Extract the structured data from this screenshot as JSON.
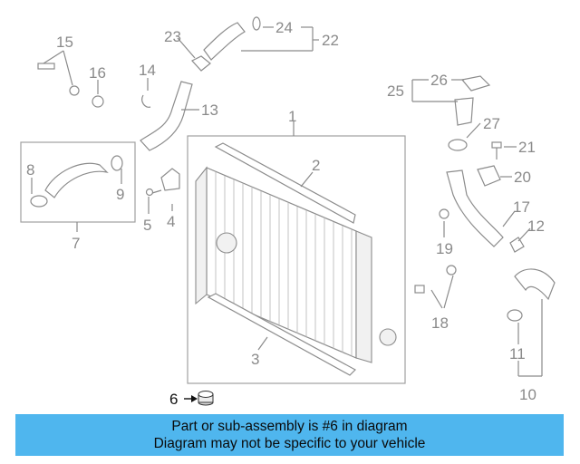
{
  "callouts": {
    "c1": "1",
    "c2": "2",
    "c3": "3",
    "c4": "4",
    "c5": "5",
    "c6": "6",
    "c7": "7",
    "c8": "8",
    "c9": "9",
    "c10": "10",
    "c11": "11",
    "c12": "12",
    "c13": "13",
    "c14": "14",
    "c15": "15",
    "c16": "16",
    "c17": "17",
    "c18": "18",
    "c19": "19",
    "c20": "20",
    "c21": "21",
    "c22": "22",
    "c23": "23",
    "c24": "24",
    "c25": "25",
    "c26": "26",
    "c27": "27"
  },
  "highlighted_part": "6",
  "banner": {
    "line1": "Part or sub-assembly is #6 in diagram",
    "line2": "Diagram may not be specific to your vehicle"
  },
  "colors": {
    "banner_background": "#4fb6ee",
    "line_art": "#8a8a8a",
    "highlight_text": "#111111"
  }
}
